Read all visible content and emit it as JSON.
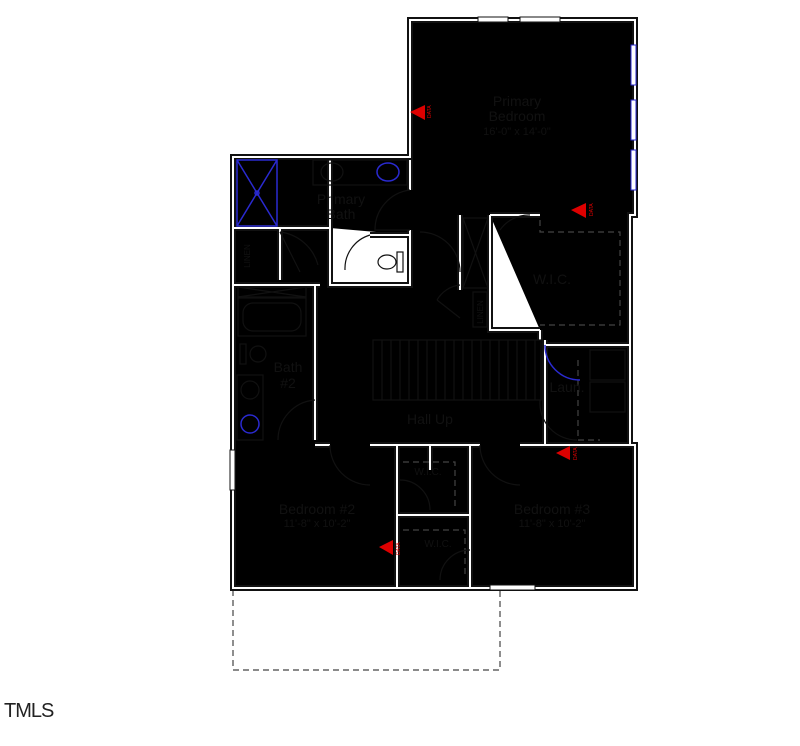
{
  "plan": {
    "rooms": {
      "primary_bedroom": {
        "line1": "Primary",
        "line2": "Bedroom",
        "dims": "16'-0\" x 14'-0\""
      },
      "primary_bath": {
        "line1": "Primary",
        "line2": "Bath"
      },
      "wic_primary": {
        "name": "W.I.C."
      },
      "linen_1": {
        "name": "LINEN"
      },
      "linen_2": {
        "name": "LINEN"
      },
      "bath2": {
        "line1": "Bath",
        "line2": "#2"
      },
      "laundry": {
        "name": "Laun."
      },
      "hall": {
        "name": "Hall Up"
      },
      "bedroom2": {
        "name": "Bedroom #2",
        "dims": "11'-8\" x 10'-2\""
      },
      "bedroom3": {
        "name": "Bedroom #3",
        "dims": "11'-8\" x 10'-2\""
      },
      "wic_2": {
        "name": "W.I.C."
      },
      "wic_3": {
        "name": "W.I.C."
      }
    },
    "data_marker": "DATA",
    "colors": {
      "walls": "#111111",
      "fixtures_blue": "#2a2ad0",
      "data_marker": "#dd0000"
    }
  },
  "watermark": "TMLS"
}
